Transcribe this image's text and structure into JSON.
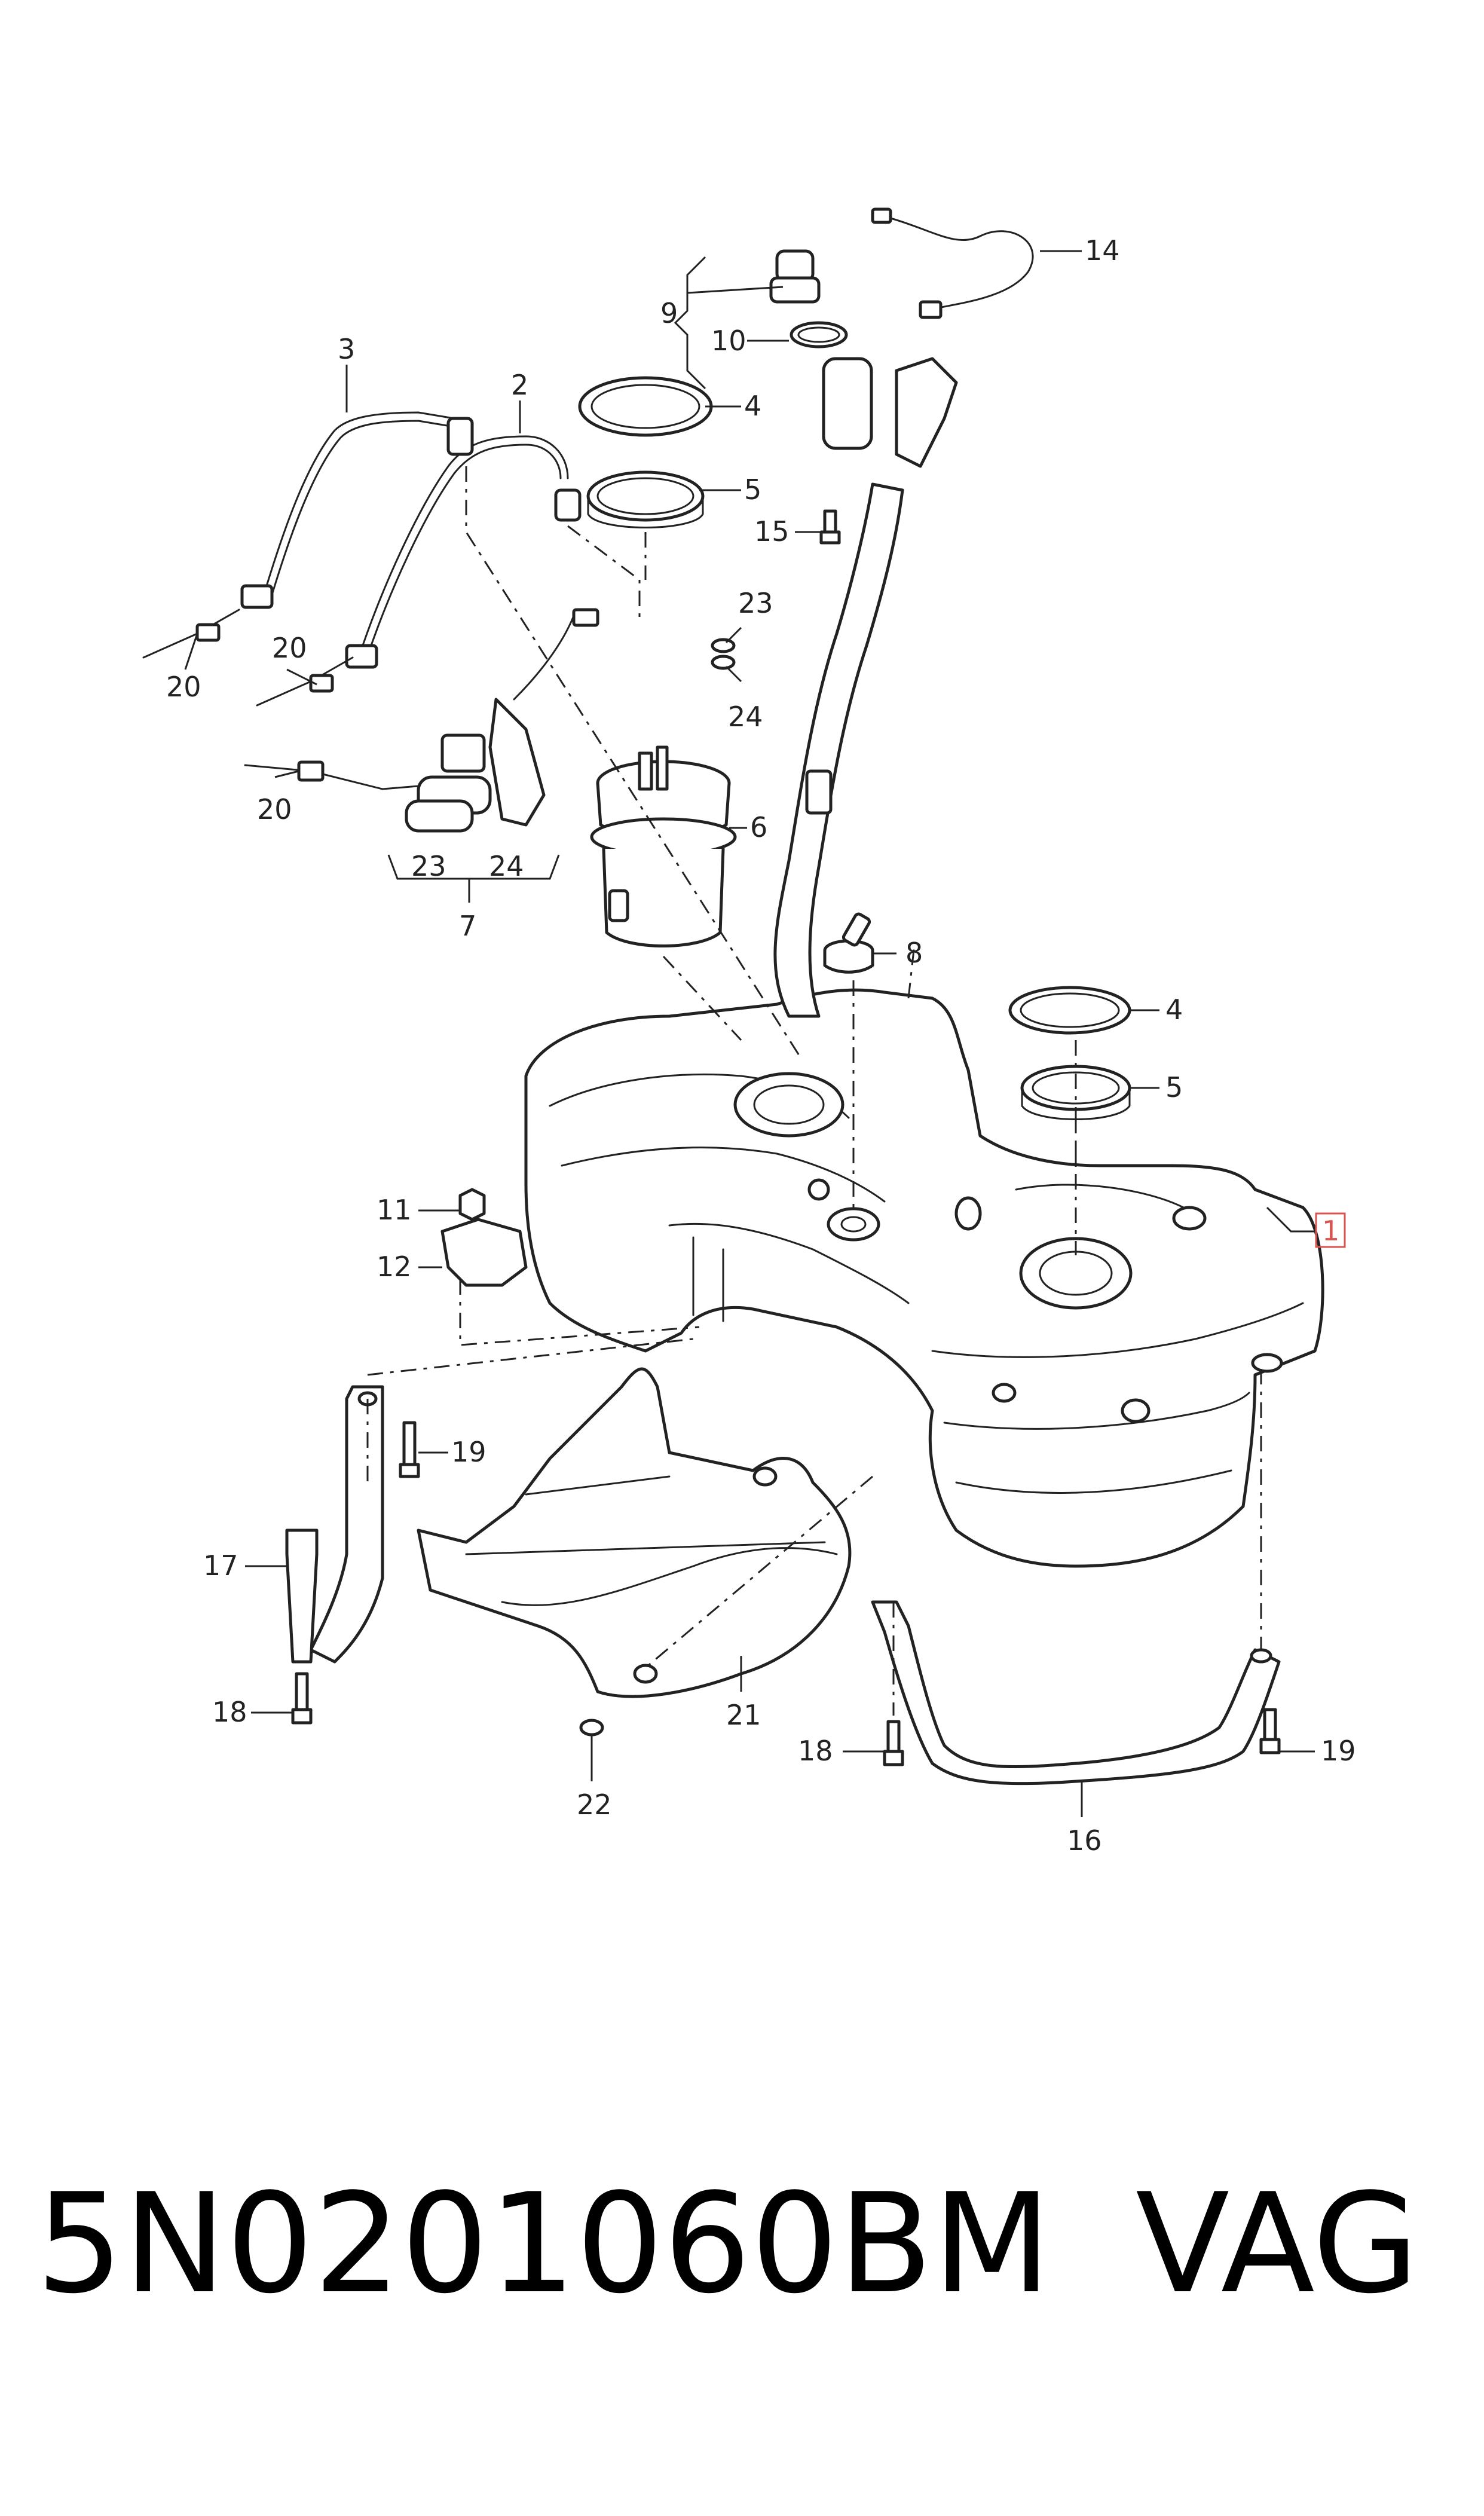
{
  "diagram": {
    "callouts": {
      "c1": "1",
      "c2": "2",
      "c3": "3",
      "c4a": "4",
      "c4b": "4",
      "c5a": "5",
      "c5b": "5",
      "c6": "6",
      "c7": "7",
      "c8": "8",
      "c9": "9",
      "c10": "10",
      "c11": "11",
      "c12": "12",
      "c14": "14",
      "c15": "15",
      "c16": "16",
      "c17": "17",
      "c18a": "18",
      "c18b": "18",
      "c19a": "19",
      "c19b": "19",
      "c20a": "20",
      "c20b": "20",
      "c20c": "20",
      "c21": "21",
      "c22": "22",
      "c23a": "23",
      "c23b": "23",
      "c24a": "24",
      "c24b": "24"
    },
    "highlight_color": "#d9534f"
  },
  "footer": {
    "part_number": "5N0201060BM",
    "brand": "VAG"
  }
}
